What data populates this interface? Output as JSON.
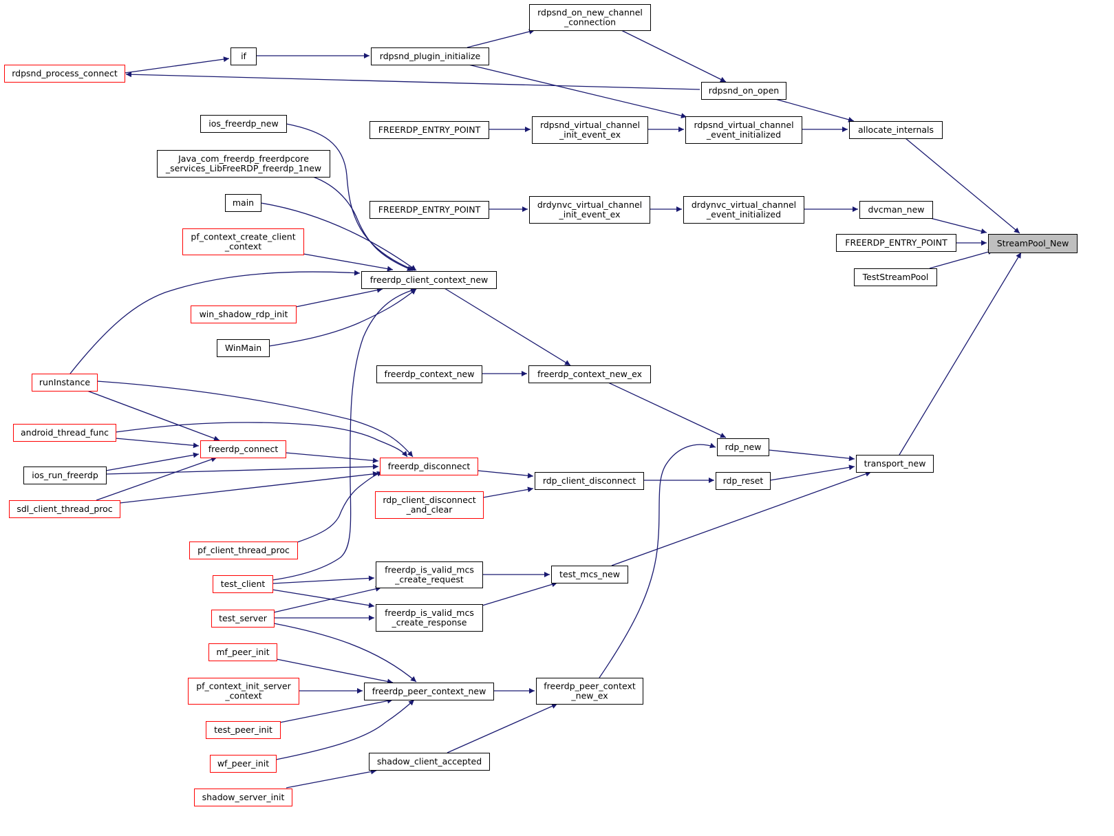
{
  "colors": {
    "edge": "#191970",
    "node_border": "#000000",
    "node_border_truncated": "#ff0000",
    "node_fill": "#ffffff",
    "target_fill": "#bfbfbf"
  },
  "nodes": [
    {
      "id": "n_stream",
      "label": [
        "StreamPool_New"
      ],
      "style": "target"
    },
    {
      "id": "n_alloc",
      "label": [
        "allocate_internals"
      ],
      "style": "normal"
    },
    {
      "id": "n_dvcman",
      "label": [
        "dvcman_new"
      ],
      "style": "normal"
    },
    {
      "id": "n_fep4",
      "label": [
        "FREERDP_ENTRY_POINT"
      ],
      "style": "normal"
    },
    {
      "id": "n_teststream",
      "label": [
        "TestStreamPool"
      ],
      "style": "normal"
    },
    {
      "id": "n_transport",
      "label": [
        "transport_new"
      ],
      "style": "normal"
    },
    {
      "id": "n_rdpsnd_open",
      "label": [
        "rdpsnd_on_open"
      ],
      "style": "normal"
    },
    {
      "id": "n_rdpsnd_vce",
      "label": [
        "rdpsnd_virtual_channel",
        "_event_initialized"
      ],
      "style": "normal"
    },
    {
      "id": "n_drdynvc_vce",
      "label": [
        "drdynvc_virtual_channel",
        "_event_initialized"
      ],
      "style": "normal"
    },
    {
      "id": "n_rdp_new",
      "label": [
        "rdp_new"
      ],
      "style": "normal"
    },
    {
      "id": "n_rdp_reset",
      "label": [
        "rdp_reset"
      ],
      "style": "normal"
    },
    {
      "id": "n_test_mcs",
      "label": [
        "test_mcs_new"
      ],
      "style": "normal"
    },
    {
      "id": "n_onnewchan",
      "label": [
        "rdpsnd_on_new_channel",
        "_connection"
      ],
      "style": "normal"
    },
    {
      "id": "n_plugin_init",
      "label": [
        "rdpsnd_plugin_initialize"
      ],
      "style": "normal"
    },
    {
      "id": "n_if",
      "label": [
        "if"
      ],
      "style": "normal"
    },
    {
      "id": "n_process_connect",
      "label": [
        "rdpsnd_process_connect"
      ],
      "style": "truncated"
    },
    {
      "id": "n_rdpsnd_vcie",
      "label": [
        "rdpsnd_virtual_channel",
        "_init_event_ex"
      ],
      "style": "normal"
    },
    {
      "id": "n_fep1",
      "label": [
        "FREERDP_ENTRY_POINT"
      ],
      "style": "normal"
    },
    {
      "id": "n_drdynvc_vcie",
      "label": [
        "drdynvc_virtual_channel",
        "_init_event_ex"
      ],
      "style": "normal"
    },
    {
      "id": "n_fep2",
      "label": [
        "FREERDP_ENTRY_POINT"
      ],
      "style": "normal"
    },
    {
      "id": "n_ctx_new_ex",
      "label": [
        "freerdp_context_new_ex"
      ],
      "style": "normal"
    },
    {
      "id": "n_ctx_new",
      "label": [
        "freerdp_context_new"
      ],
      "style": "normal"
    },
    {
      "id": "n_client_ctx_new",
      "label": [
        "freerdp_client_context_new"
      ],
      "style": "normal"
    },
    {
      "id": "n_ios_new",
      "label": [
        "ios_freerdp_new"
      ],
      "style": "normal"
    },
    {
      "id": "n_java",
      "label": [
        "Java_com_freerdp_freerdpcore",
        "_services_LibFreeRDP_freerdp_1new"
      ],
      "style": "normal"
    },
    {
      "id": "n_main",
      "label": [
        "main"
      ],
      "style": "normal"
    },
    {
      "id": "n_pf_ccc",
      "label": [
        "pf_context_create_client",
        "_context"
      ],
      "style": "truncated"
    },
    {
      "id": "n_win_shadow",
      "label": [
        "win_shadow_rdp_init"
      ],
      "style": "truncated"
    },
    {
      "id": "n_winmain",
      "label": [
        "WinMain"
      ],
      "style": "normal"
    },
    {
      "id": "n_runinstance",
      "label": [
        "runInstance"
      ],
      "style": "truncated"
    },
    {
      "id": "n_rdp_client_disc",
      "label": [
        "rdp_client_disconnect"
      ],
      "style": "normal"
    },
    {
      "id": "n_disconnect",
      "label": [
        "freerdp_disconnect"
      ],
      "style": "truncated"
    },
    {
      "id": "n_disc_clear",
      "label": [
        "rdp_client_disconnect",
        "_and_clear"
      ],
      "style": "truncated"
    },
    {
      "id": "n_connect",
      "label": [
        "freerdp_connect"
      ],
      "style": "truncated"
    },
    {
      "id": "n_android",
      "label": [
        "android_thread_func"
      ],
      "style": "truncated"
    },
    {
      "id": "n_ios_run",
      "label": [
        "ios_run_freerdp"
      ],
      "style": "normal"
    },
    {
      "id": "n_sdl",
      "label": [
        "sdl_client_thread_proc"
      ],
      "style": "truncated"
    },
    {
      "id": "n_pf_client_thread",
      "label": [
        "pf_client_thread_proc"
      ],
      "style": "truncated"
    },
    {
      "id": "n_valid_req",
      "label": [
        "freerdp_is_valid_mcs",
        "_create_request"
      ],
      "style": "normal"
    },
    {
      "id": "n_valid_resp",
      "label": [
        "freerdp_is_valid_mcs",
        "_create_response"
      ],
      "style": "normal"
    },
    {
      "id": "n_test_client",
      "label": [
        "test_client"
      ],
      "style": "truncated"
    },
    {
      "id": "n_test_server",
      "label": [
        "test_server"
      ],
      "style": "truncated"
    },
    {
      "id": "n_peer_ctx_new_ex",
      "label": [
        "freerdp_peer_context",
        "_new_ex"
      ],
      "style": "normal"
    },
    {
      "id": "n_peer_ctx_new",
      "label": [
        "freerdp_peer_context_new"
      ],
      "style": "normal"
    },
    {
      "id": "n_shadow_accepted",
      "label": [
        "shadow_client_accepted"
      ],
      "style": "normal"
    },
    {
      "id": "n_mf_peer",
      "label": [
        "mf_peer_init"
      ],
      "style": "truncated"
    },
    {
      "id": "n_pf_cisc",
      "label": [
        "pf_context_init_server",
        "_context"
      ],
      "style": "truncated"
    },
    {
      "id": "n_test_peer",
      "label": [
        "test_peer_init"
      ],
      "style": "truncated"
    },
    {
      "id": "n_wf_peer",
      "label": [
        "wf_peer_init"
      ],
      "style": "truncated"
    },
    {
      "id": "n_shadow_server",
      "label": [
        "shadow_server_init"
      ],
      "style": "truncated"
    }
  ],
  "edges": [
    {
      "from": "n_alloc",
      "to": "n_stream"
    },
    {
      "from": "n_dvcman",
      "to": "n_stream"
    },
    {
      "from": "n_fep4",
      "to": "n_stream"
    },
    {
      "from": "n_teststream",
      "to": "n_stream"
    },
    {
      "from": "n_transport",
      "to": "n_stream"
    },
    {
      "from": "n_rdpsnd_open",
      "to": "n_alloc"
    },
    {
      "from": "n_rdpsnd_vce",
      "to": "n_alloc"
    },
    {
      "from": "n_onnewchan",
      "to": "n_rdpsnd_open"
    },
    {
      "from": "n_if",
      "to": "n_plugin_init"
    },
    {
      "from": "n_plugin_init",
      "to": "n_onnewchan"
    },
    {
      "from": "n_process_connect",
      "to": "n_if"
    },
    {
      "from": "n_rdpsnd_open",
      "to": "n_process_connect"
    },
    {
      "from": "n_plugin_init",
      "to": "n_rdpsnd_vce"
    },
    {
      "from": "n_rdpsnd_vcie",
      "to": "n_rdpsnd_vce"
    },
    {
      "from": "n_fep1",
      "to": "n_rdpsnd_vcie"
    },
    {
      "from": "n_drdynvc_vce",
      "to": "n_dvcman"
    },
    {
      "from": "n_drdynvc_vcie",
      "to": "n_drdynvc_vce"
    },
    {
      "from": "n_fep2",
      "to": "n_drdynvc_vcie"
    },
    {
      "from": "n_rdp_new",
      "to": "n_transport"
    },
    {
      "from": "n_rdp_reset",
      "to": "n_transport"
    },
    {
      "from": "n_test_mcs",
      "to": "n_transport"
    },
    {
      "from": "n_ctx_new_ex",
      "to": "n_rdp_new"
    },
    {
      "from": "n_peer_ctx_new_ex",
      "to": "n_rdp_new"
    },
    {
      "from": "n_ctx_new",
      "to": "n_ctx_new_ex"
    },
    {
      "from": "n_client_ctx_new",
      "to": "n_ctx_new_ex"
    },
    {
      "from": "n_ios_new",
      "to": "n_client_ctx_new"
    },
    {
      "from": "n_java",
      "to": "n_client_ctx_new"
    },
    {
      "from": "n_main",
      "to": "n_client_ctx_new"
    },
    {
      "from": "n_pf_ccc",
      "to": "n_client_ctx_new"
    },
    {
      "from": "n_runinstance",
      "to": "n_client_ctx_new"
    },
    {
      "from": "n_win_shadow",
      "to": "n_client_ctx_new"
    },
    {
      "from": "n_winmain",
      "to": "n_client_ctx_new"
    },
    {
      "from": "n_test_client",
      "to": "n_client_ctx_new"
    },
    {
      "from": "n_rdp_client_disc",
      "to": "n_rdp_reset"
    },
    {
      "from": "n_disconnect",
      "to": "n_rdp_client_disc"
    },
    {
      "from": "n_disc_clear",
      "to": "n_rdp_client_disc"
    },
    {
      "from": "n_runinstance",
      "to": "n_disconnect"
    },
    {
      "from": "n_android",
      "to": "n_disconnect"
    },
    {
      "from": "n_connect",
      "to": "n_disconnect"
    },
    {
      "from": "n_ios_run",
      "to": "n_disconnect"
    },
    {
      "from": "n_sdl",
      "to": "n_disconnect"
    },
    {
      "from": "n_pf_client_thread",
      "to": "n_disconnect"
    },
    {
      "from": "n_runinstance",
      "to": "n_connect"
    },
    {
      "from": "n_android",
      "to": "n_connect"
    },
    {
      "from": "n_ios_run",
      "to": "n_connect"
    },
    {
      "from": "n_sdl",
      "to": "n_connect"
    },
    {
      "from": "n_valid_req",
      "to": "n_test_mcs"
    },
    {
      "from": "n_valid_resp",
      "to": "n_test_mcs"
    },
    {
      "from": "n_test_client",
      "to": "n_valid_req"
    },
    {
      "from": "n_test_server",
      "to": "n_valid_req"
    },
    {
      "from": "n_test_client",
      "to": "n_valid_resp"
    },
    {
      "from": "n_test_server",
      "to": "n_valid_resp"
    },
    {
      "from": "n_peer_ctx_new",
      "to": "n_peer_ctx_new_ex"
    },
    {
      "from": "n_shadow_accepted",
      "to": "n_peer_ctx_new_ex"
    },
    {
      "from": "n_test_server",
      "to": "n_peer_ctx_new"
    },
    {
      "from": "n_mf_peer",
      "to": "n_peer_ctx_new"
    },
    {
      "from": "n_pf_cisc",
      "to": "n_peer_ctx_new"
    },
    {
      "from": "n_test_peer",
      "to": "n_peer_ctx_new"
    },
    {
      "from": "n_wf_peer",
      "to": "n_peer_ctx_new"
    },
    {
      "from": "n_shadow_server",
      "to": "n_shadow_accepted"
    }
  ]
}
